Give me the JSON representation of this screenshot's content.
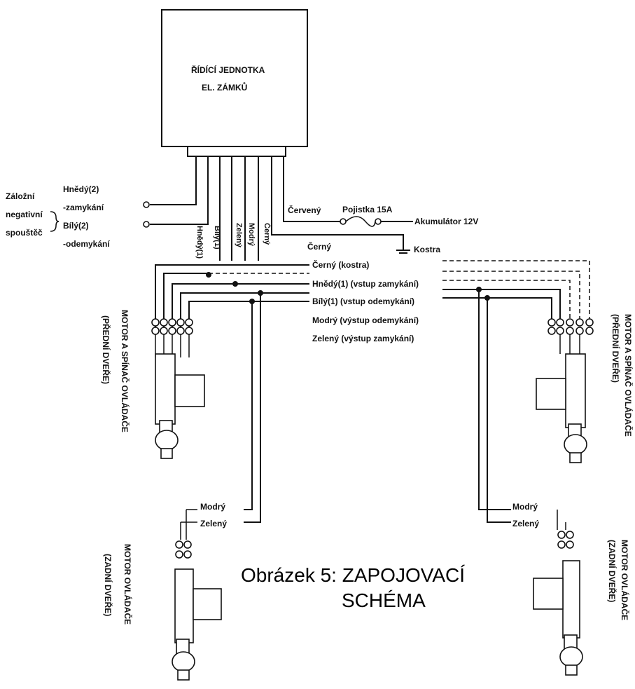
{
  "control_unit": {
    "line1": "ŘÍDÍCÍ JEDNOTKA",
    "line2": "EL. ZÁMKŮ"
  },
  "backup_trigger": {
    "label1": "Záložní",
    "label2": "negativní",
    "label3": "spouštěč",
    "brown2": "Hnědý(2)",
    "lock": "-zamykání",
    "white2": "Bílý(2)",
    "unlock": "-odemykání"
  },
  "vertical_wires": {
    "brown1": "Hnědý(1)",
    "white1": "Bílý(1)",
    "green": "Zelený",
    "blue": "Modrý",
    "black": "Černý"
  },
  "power": {
    "red": "Červený",
    "fuse": "Pojistka 15A",
    "battery": "Akumulátor 12V",
    "black": "Černý",
    "ground": "Kostra"
  },
  "bus_labels": {
    "black_ground": "Černý (kostra)",
    "brown_in": "Hnědý(1) (vstup zamykání)",
    "white_in": "Bílý(1) (vstup odemykání)",
    "blue_out": "Modrý (výstup odemykání)",
    "green_out": "Zelený (výstup zamykání)"
  },
  "front_left": {
    "line1": "MOTOR A SPÍNAČ OVLÁDAČE",
    "line2": "(PŘEDNÍ DVEŘE)"
  },
  "front_right": {
    "line1": "(PŘEDNÍ DVEŘE)",
    "line2": "MOTOR A SPÍNAČ OVLÁDAČE"
  },
  "rear_left": {
    "line1": "MOTOR OVLÁDAČE",
    "line2": "(ZADNÍ DVEŘE)",
    "blue": "Modrý",
    "green": "Zelený"
  },
  "rear_right": {
    "line1": "(ZADNÍ DVEŘE)",
    "line2": "MOTOR OVLÁDAČE",
    "blue": "Modrý",
    "green": "Zelený"
  },
  "caption": {
    "line1": "Obrázek 5: ZAPOJOVACÍ",
    "line2": "SCHÉMA"
  }
}
